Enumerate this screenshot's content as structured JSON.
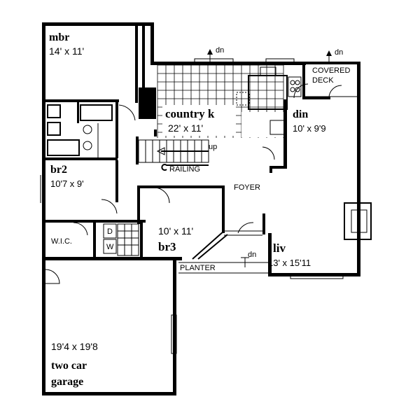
{
  "rooms": {
    "mbr": {
      "name": "mbr",
      "size": "14' x 11'"
    },
    "country_kitchen": {
      "name": "country k",
      "size": "22' x 11'"
    },
    "din": {
      "name": "din",
      "size": "10' x 9'9"
    },
    "covered_deck": {
      "line1": "COVERED",
      "line2": "DECK"
    },
    "br2": {
      "name": "br2",
      "size": "10'7 x 9'"
    },
    "br3": {
      "name": "br3",
      "size": "10' x 11'"
    },
    "liv": {
      "name": "liv",
      "size": "13' x 15'11"
    },
    "garage": {
      "size": "19'4 x 19'8",
      "line1": "two car",
      "line2": "garage"
    },
    "wic": {
      "name": "W.I.C."
    }
  },
  "labels": {
    "foyer": "FOYER",
    "railing": "RAILING",
    "planter": "PLANTER",
    "up": "up",
    "dn": "dn",
    "dryer": "D",
    "washer": "W"
  },
  "colors": {
    "line": "#000000",
    "background": "#ffffff"
  }
}
